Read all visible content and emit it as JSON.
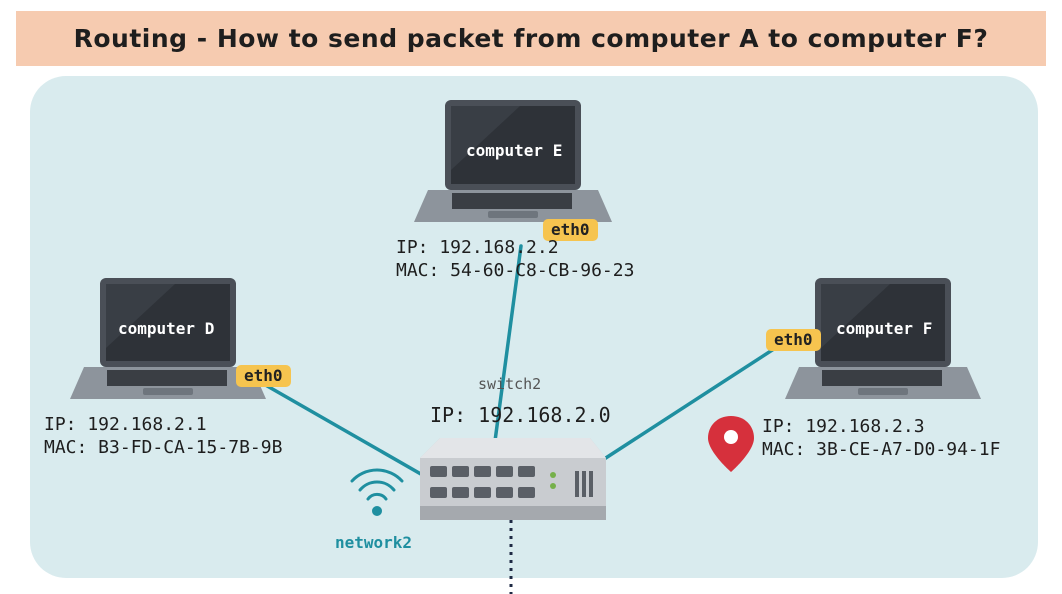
{
  "title": "Routing - How to send packet from computer A to computer F?",
  "computers": {
    "d": {
      "name": "computer D",
      "iface": "eth0",
      "ip": "IP: 192.168.2.1",
      "mac": "MAC: B3-FD-CA-15-7B-9B"
    },
    "e": {
      "name": "computer E",
      "iface": "eth0",
      "ip": "IP: 192.168.2.2",
      "mac": "MAC: 54-60-C8-CB-96-23"
    },
    "f": {
      "name": "computer F",
      "iface": "eth0",
      "ip": "IP: 192.168.2.3",
      "mac": "MAC: 3B-CE-A7-D0-94-1F"
    }
  },
  "switch": {
    "name": "switch2",
    "ip": "IP: 192.168.2.0"
  },
  "network": {
    "name": "network2"
  },
  "colors": {
    "wire": "#1f8fa0",
    "eth_tag": "#f6c44f",
    "title_bg": "#f6cbb0",
    "panel_bg": "#d9ebee",
    "pin": "#d6303c"
  }
}
